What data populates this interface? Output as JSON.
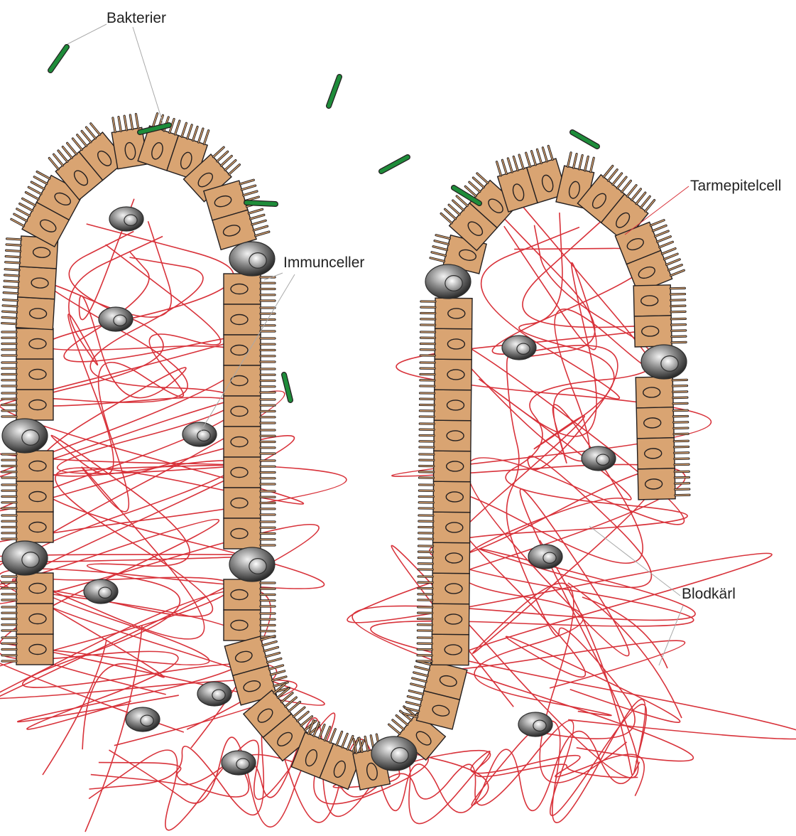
{
  "labels": {
    "bacteria": "Bakterier",
    "immune_cells": "Immunceller",
    "epithelial_cell": "Tarmepitelcell",
    "blood_vessels": "Blodkärl"
  },
  "colors": {
    "epithelium_fill": "#d9a472",
    "outline": "#231f20",
    "bacteria": "#1e8c3a",
    "blood_vessel": "#d8323a",
    "immune_cell_light": "#e8e8e8",
    "immune_cell_dark": "#2e2e2e",
    "leader_line": "#a9a9a9",
    "tarmepitelcell_leader": "#d8323a"
  }
}
